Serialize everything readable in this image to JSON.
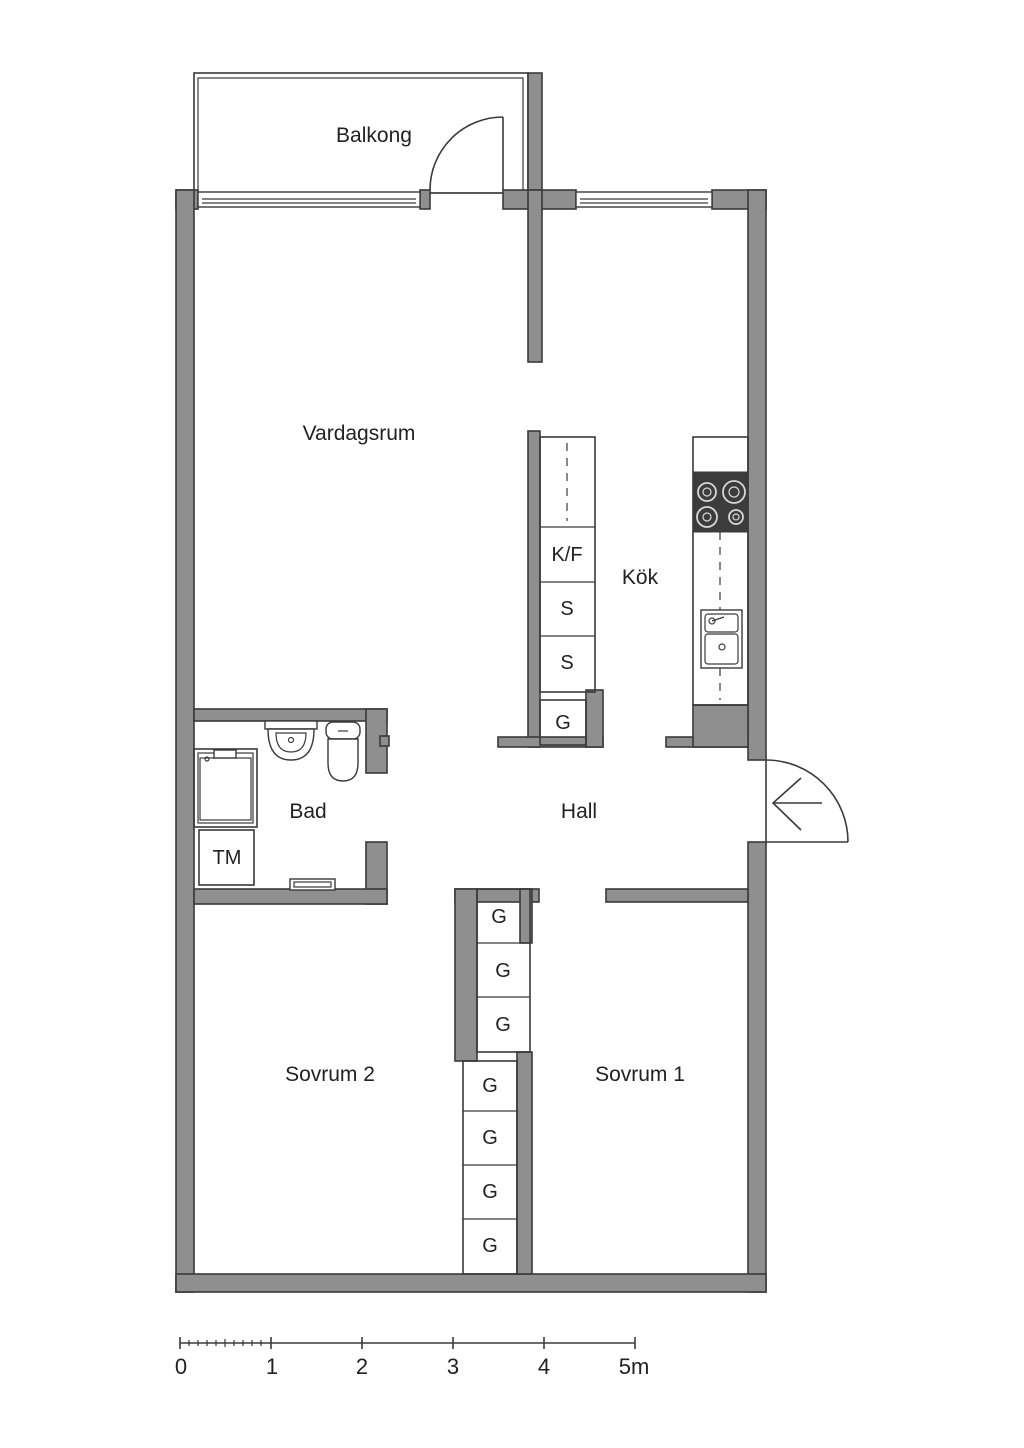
{
  "rooms": {
    "balkong": "Balkong",
    "vardagsrum": "Vardagsrum",
    "kok": "Kök",
    "bad": "Bad",
    "hall": "Hall",
    "sovrum_2": "Sovrum 2",
    "sovrum_1": "Sovrum 1"
  },
  "fixtures": {
    "kf": "K/F",
    "s": "S",
    "g": "G",
    "tm": "TM"
  },
  "scale_bar": {
    "labels": [
      "0",
      "1",
      "2",
      "3",
      "4",
      "5m"
    ]
  },
  "colors": {
    "wall_fill": "#8f8f8f",
    "wall_outline": "#3a3a3a",
    "hob": "#3c3c3c",
    "background": "#ffffff"
  }
}
